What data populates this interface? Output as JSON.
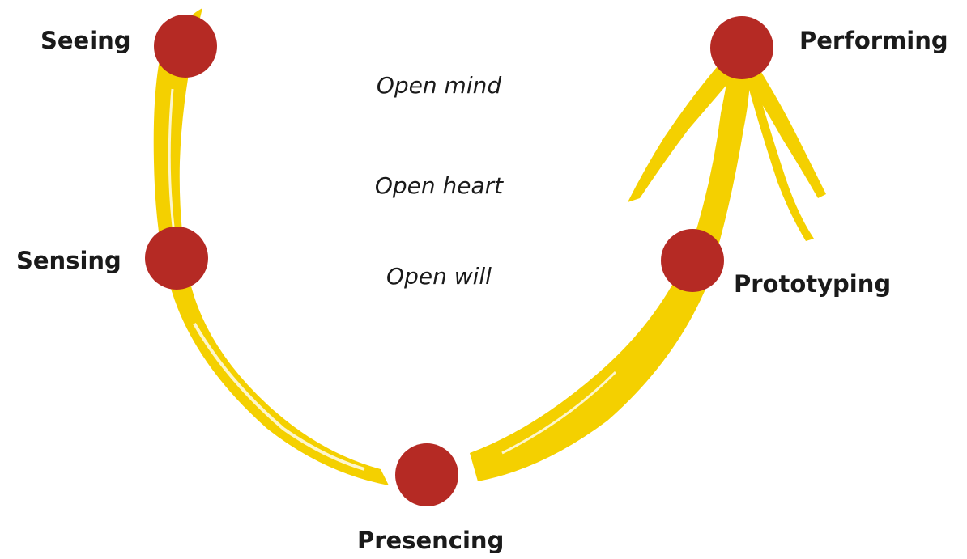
{
  "diagram": {
    "stages": [
      {
        "id": "seeing",
        "label": "Seeing"
      },
      {
        "id": "sensing",
        "label": "Sensing"
      },
      {
        "id": "presencing",
        "label": "Presencing"
      },
      {
        "id": "prototyping",
        "label": "Prototyping"
      },
      {
        "id": "performing",
        "label": "Performing"
      }
    ],
    "openness": [
      {
        "id": "open-mind",
        "label": "Open mind"
      },
      {
        "id": "open-heart",
        "label": "Open heart"
      },
      {
        "id": "open-will",
        "label": "Open will"
      }
    ],
    "colors": {
      "path": "#f4d000",
      "node": "#b52a24",
      "text": "#1a1a1a",
      "background": "#ffffff"
    }
  }
}
